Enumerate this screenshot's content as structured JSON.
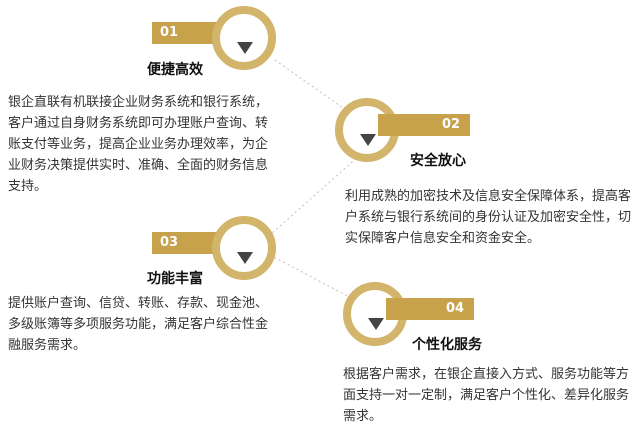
{
  "features": [
    {
      "num": "01",
      "title": "便捷高效",
      "desc": "银企直联有机联接企业财务系统和银行系统，客户通过自身财务系统即可办理账户查询、转账支付等业务，提高企业业务办理效率，为企业财务决策提供实时、准确、全面的财务信息支持。"
    },
    {
      "num": "02",
      "title": "安全放心",
      "desc": "利用成熟的加密技术及信息安全保障体系，提高客户系统与银行系统间的身份认证及加密安全性，切实保障客户信息安全和资金安全。"
    },
    {
      "num": "03",
      "title": "功能丰富",
      "desc": "提供账户查询、信贷、转账、存款、现金池、多级账簿等多项服务功能，满足客户综合性金融服务需求。"
    },
    {
      "num": "04",
      "title": "个性化服务",
      "desc": "根据客户需求，在银企直接入方式、服务功能等方面支持一对一定制，满足客户个性化、差异化服务需求。"
    }
  ],
  "colors": {
    "ring": "#d2b46a",
    "tag": "#c8a14b",
    "arrow": "#444444",
    "connector": "#c0c0c0"
  }
}
